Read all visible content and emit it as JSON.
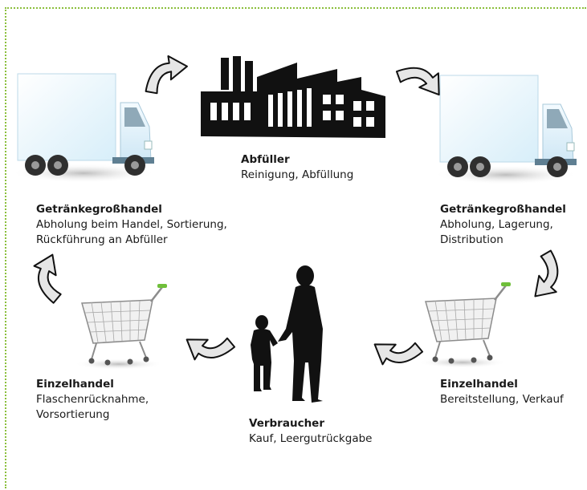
{
  "nodes": [
    {
      "title": "Abfüller",
      "description": "Reinigung, Abfüllung"
    },
    {
      "title": "Getränkegroßhandel",
      "description": "Abholung, Lagerung,\nDistribution"
    },
    {
      "title": "Einzelhandel",
      "description": "Bereitstellung, Verkauf"
    },
    {
      "title": "Verbraucher",
      "description": "Kauf, Leergutrückgabe"
    },
    {
      "title": "Einzelhandel",
      "description": "Flaschenrücknahme,\nVorsortierung"
    },
    {
      "title": "Getränkegroßhandel",
      "description": "Abholung beim Handel, Sortierung,\nRückführung an Abfüller"
    }
  ],
  "colors": {
    "frame": "#8bbf3c",
    "arrow": "#e6e6e6",
    "cart_handle": "#6fbf3a",
    "truck_body": "#eaf6fc"
  },
  "icons": [
    "factory-icon",
    "truck-icon",
    "shopping-cart-icon",
    "people-silhouette-icon",
    "cycle-arrow-icon"
  ]
}
